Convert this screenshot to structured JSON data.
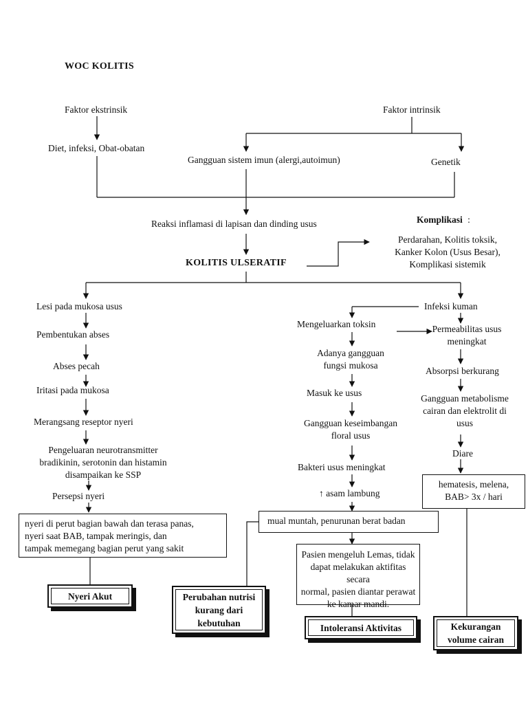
{
  "title": "WOC KOLITIS",
  "faktor_ekstrinsik": "Faktor ekstrinsik",
  "diet": "Diet, infeksi, Obat-obatan",
  "faktor_intrinsik": "Faktor intrinsik",
  "gangguan_imun": "Gangguan sistem imun (alergi,autoimun)",
  "genetik": "Genetik",
  "reaksi": "Reaksi inflamasi di lapisan dan dinding usus",
  "kolitis": "KOLITIS ULSERATIF",
  "komplikasi_title": "Komplikasi",
  "komplikasi_colon": ":",
  "komplikasi_lines": [
    "Perdarahan, Kolitis toksik,",
    "Kanker Kolon (Usus Besar),",
    "Komplikasi sistemik"
  ],
  "left_chain": {
    "lesi": "Lesi pada mukosa usus",
    "pembentukan": "Pembentukan abses",
    "abses": "Abses pecah",
    "iritasi": "Iritasi pada mukosa",
    "merangsang": "Merangsang reseptor nyeri",
    "pengeluaran": [
      "Pengeluaran neurotransmitter",
      "bradikinin, serotonin dan histamin",
      "disampaikan ke SSP"
    ],
    "persepsi": "Persepsi nyeri",
    "nyeri_box": [
      "nyeri di perut bagian bawah dan terasa panas,",
      "nyeri saat BAB, tampak meringis, dan",
      "tampak memegang bagian perut yang sakit"
    ]
  },
  "middle_chain": {
    "toksin": "Mengeluarkan toksin",
    "adanya": [
      "Adanya gangguan",
      "fungsi mukosa"
    ],
    "masuk": "Masuk ke usus",
    "keseimbangan": [
      "Gangguan keseimbangan",
      "floral usus"
    ],
    "bakteri": "Bakteri usus meningkat",
    "asam": "↑ asam lambung",
    "mual": "mual muntah, penurunan berat badan",
    "pasien": [
      "Pasien mengeluh Lemas, tidak",
      "dapat melakukan aktifitas secara",
      "normal, pasien diantar perawat",
      "ke kamar mandi."
    ]
  },
  "right_chain": {
    "infeksi": "Infeksi kuman",
    "permeabilitas": [
      "Permeabilitas usus",
      "meningkat"
    ],
    "absorpsi": "Absorpsi berkurang",
    "metabolisme": [
      "Gangguan metabolisme",
      "cairan dan elektrolit di",
      "usus"
    ],
    "diare": "Diare",
    "hematesis": [
      "hematesis, melena,",
      "BAB> 3x / hari"
    ]
  },
  "diagnoses": {
    "nyeri_akut": "Nyeri Akut",
    "nutrisi": [
      "Perubahan nutrisi",
      "kurang dari",
      "kebutuhan"
    ],
    "intoleransi": "Intoleransi Aktivitas",
    "kekurangan": [
      "Kekurangan",
      "volume cairan"
    ]
  }
}
